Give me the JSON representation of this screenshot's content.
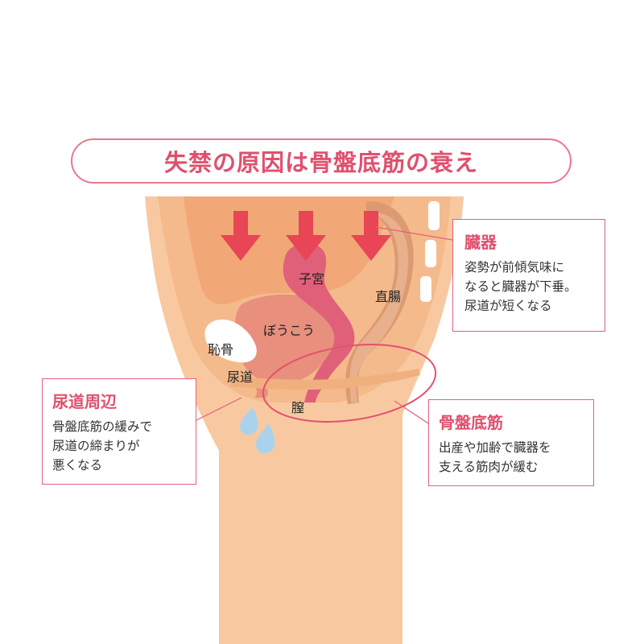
{
  "title": "失禁の原因は骨盤底筋の衰え",
  "labels": {
    "uterus": "子宮",
    "rectum": "直腸",
    "bladder": "ぼうこう",
    "pubic_bone": "恥骨",
    "urethra": "尿道",
    "vagina": "膣"
  },
  "callouts": {
    "organs": {
      "title": "臓器",
      "lines": [
        "姿勢が前傾気味に",
        "なると臓器が下垂。",
        "尿道が短くなる"
      ]
    },
    "urethra": {
      "title": "尿道周辺",
      "lines": [
        "骨盤底筋の緩みで",
        "尿道の締まりが",
        "悪くなる"
      ]
    },
    "pelvic_floor": {
      "title": "骨盤底筋",
      "lines": [
        "出産や加齢で臓器を",
        "支える筋肉が緩む"
      ]
    }
  },
  "colors": {
    "accent": "#e0506e",
    "skin": "#f8c9a0",
    "skin_dark": "#f0b07e",
    "bladder": "#e88f7e",
    "uterus": "#e0607a",
    "rectum": "#dd9a72",
    "arrow": "#e84556",
    "droplet": "#a9d3ec"
  },
  "icons": [
    "down-arrow-icon",
    "water-droplet-icon"
  ]
}
